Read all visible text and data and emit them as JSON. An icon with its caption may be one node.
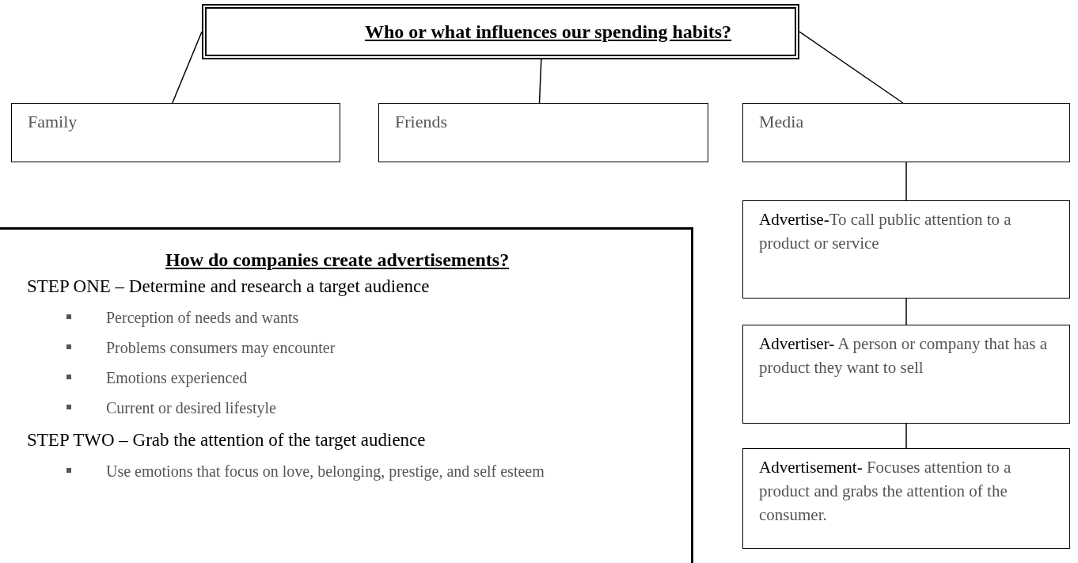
{
  "diagram": {
    "nodes": [
      {
        "text": [
          "Who or what influences our spending habits?"
        ]
      },
      {
        "text": [
          "Family"
        ]
      },
      {
        "text": [
          "Friends"
        ]
      },
      {
        "text": [
          "Media"
        ]
      },
      {
        "text": [
          "Advertise-",
          "To call public attention to a product or service"
        ]
      },
      {
        "text": [
          "Advertiser-",
          "A person or company that has a product they want to sell"
        ]
      },
      {
        "text": [
          "Advertisement-",
          "Focuses attention to a product and grabs the attention of the consumer."
        ]
      },
      {
        "text": [
          "How do companies create advertisements?",
          "STEP ONE – Determine and research a target audience",
          "Perception of needs and wants",
          "Problems consumers may encounter",
          "Emotions experienced",
          "Current or desired lifestyle",
          "STEP TWO – Grab the attention of the target audience",
          "Use emotions that focus on love, belonging, prestige, and self esteem"
        ]
      }
    ],
    "edges": [
      {
        "from": 0,
        "to": 1,
        "arrow": "none"
      },
      {
        "from": 0,
        "to": 2,
        "arrow": "none"
      },
      {
        "from": 0,
        "to": 3,
        "arrow": "none"
      },
      {
        "from": 3,
        "to": 4,
        "arrow": "none"
      },
      {
        "from": 4,
        "to": 5,
        "arrow": "none"
      },
      {
        "from": 5,
        "to": 6,
        "arrow": "none"
      }
    ]
  }
}
